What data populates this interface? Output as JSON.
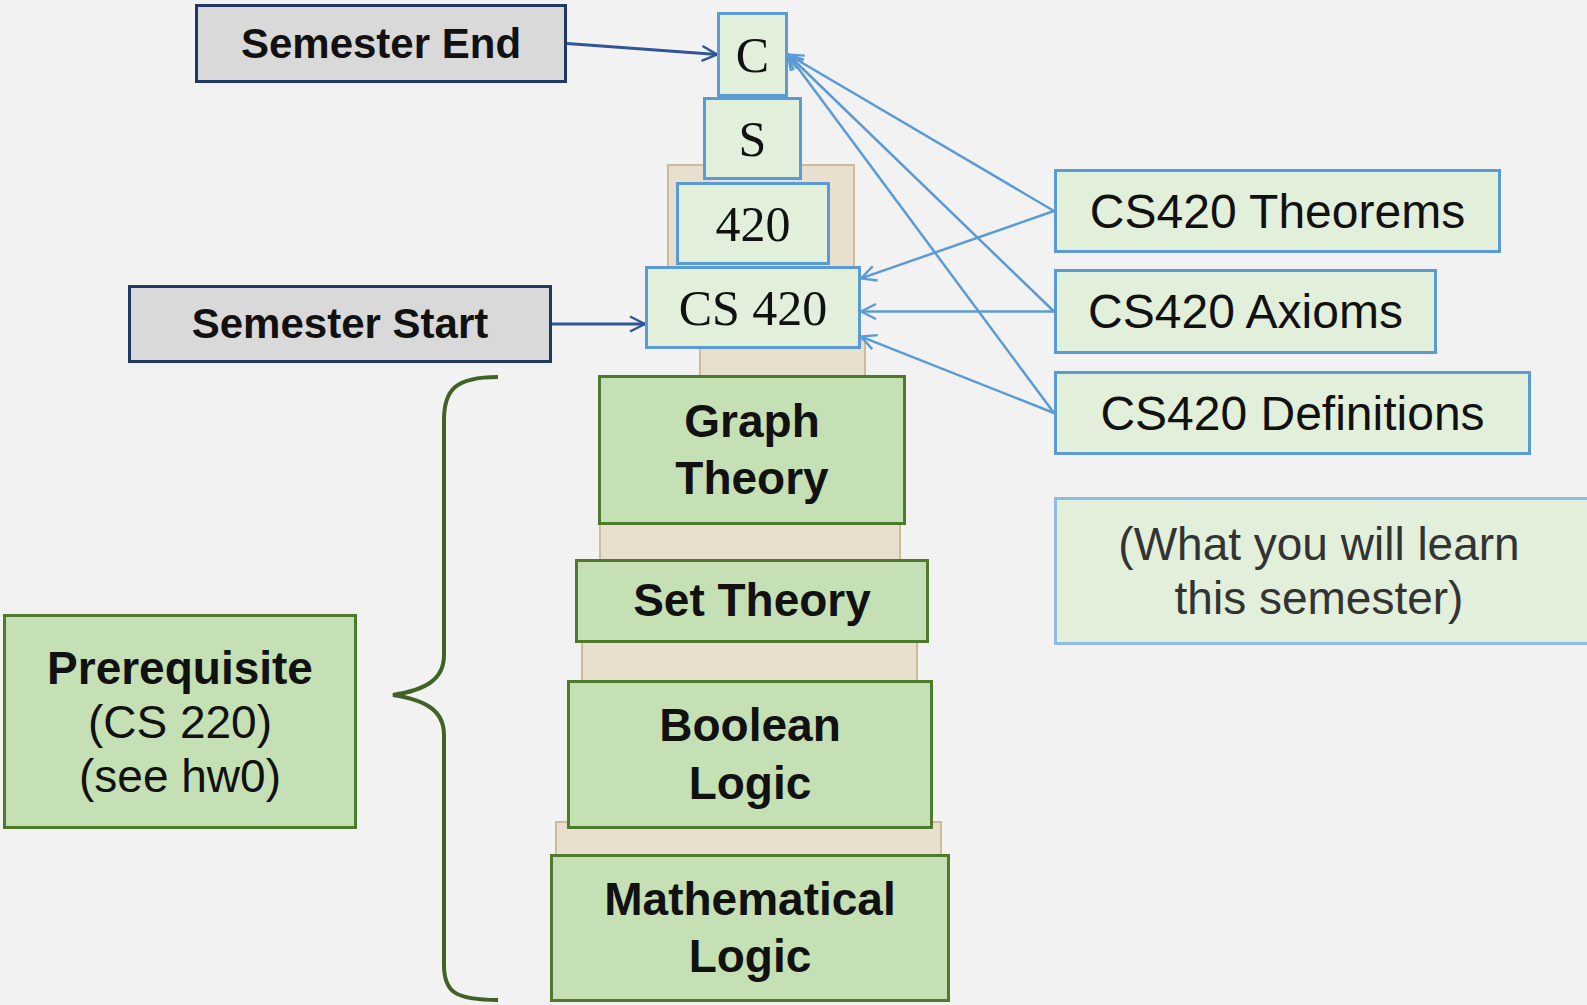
{
  "diagram": {
    "nodes": [
      {
        "text": [
          "Semester End"
        ]
      },
      {
        "text": [
          "C"
        ]
      },
      {
        "text": [
          "S"
        ]
      },
      {
        "text": [
          "420"
        ]
      },
      {
        "text": [
          "CS 420"
        ]
      },
      {
        "text": [
          "Semester Start"
        ]
      },
      {
        "text": [
          "CS420 Theorems"
        ]
      },
      {
        "text": [
          "CS420 Axioms"
        ]
      },
      {
        "text": [
          "CS420 Definitions"
        ]
      },
      {
        "text": [
          "(What you will learn this semester)"
        ]
      },
      {
        "text": [
          "Graph Theory"
        ]
      },
      {
        "text": [
          "Set Theory"
        ]
      },
      {
        "text": [
          "Boolean Logic"
        ]
      },
      {
        "text": [
          "Mathematical Logic"
        ]
      },
      {
        "text": [
          "Prerequisite",
          "(CS 220)",
          "(see hw0)"
        ]
      }
    ],
    "edges": [
      {
        "from": 0,
        "to": 1,
        "arrow": "to"
      },
      {
        "from": 5,
        "to": 4,
        "arrow": "to"
      },
      {
        "from": 6,
        "to": 1,
        "arrow": "to"
      },
      {
        "from": 6,
        "to": 4,
        "arrow": "to"
      },
      {
        "from": 7,
        "to": 1,
        "arrow": "to"
      },
      {
        "from": 7,
        "to": 4,
        "arrow": "to"
      },
      {
        "from": 8,
        "to": 1,
        "arrow": "to"
      },
      {
        "from": 8,
        "to": 4,
        "arrow": "to"
      }
    ]
  }
}
